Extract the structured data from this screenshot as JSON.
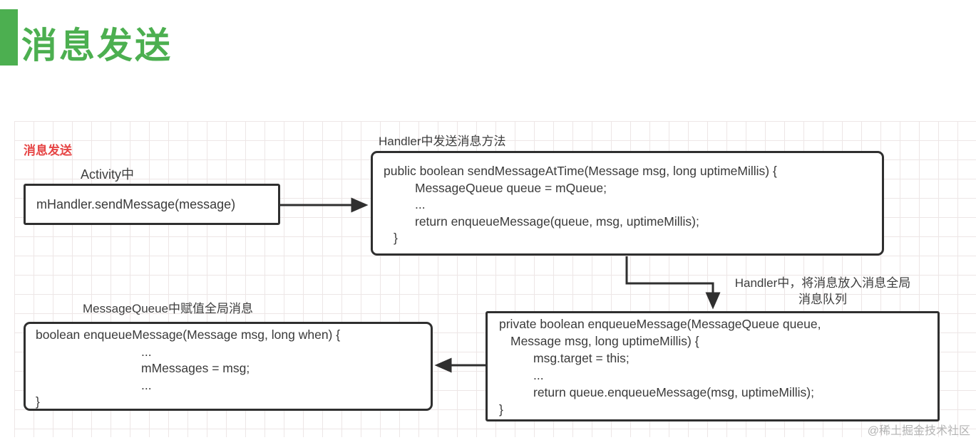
{
  "page": {
    "title": "消息发送",
    "watermark": "@稀土掘金技术社区"
  },
  "colors": {
    "accent_green": "#4caf50",
    "label_red": "#e64545",
    "box_border": "#2f2f2f",
    "grid_line": "#ede6e6",
    "code_text": "#3a3a3a",
    "watermark": "#b3b3b3"
  },
  "diagram": {
    "red_label": "消息发送",
    "activity": {
      "label": "Activity中",
      "code": [
        "mHandler.sendMessage(message)"
      ]
    },
    "handler_send": {
      "label": "Handler中发送消息方法",
      "code": [
        "public boolean sendMessageAtTime(Message msg, long uptimeMillis) {",
        "MessageQueue queue = mQueue;",
        "...",
        "return enqueueMessage(queue, msg, uptimeMillis);",
        "}"
      ]
    },
    "handler_enqueue": {
      "label": "Handler中，将消息放入消息全局消息队列",
      "code": [
        "private boolean enqueueMessage(MessageQueue queue,",
        "Message msg, long uptimeMillis) {",
        "msg.target = this;",
        "...",
        "return queue.enqueueMessage(msg, uptimeMillis);",
        "}"
      ]
    },
    "message_queue": {
      "label": "MessageQueue中赋值全局消息",
      "code": [
        "boolean enqueueMessage(Message msg, long when) {",
        "...",
        "mMessages = msg;",
        "...",
        "}"
      ]
    }
  }
}
